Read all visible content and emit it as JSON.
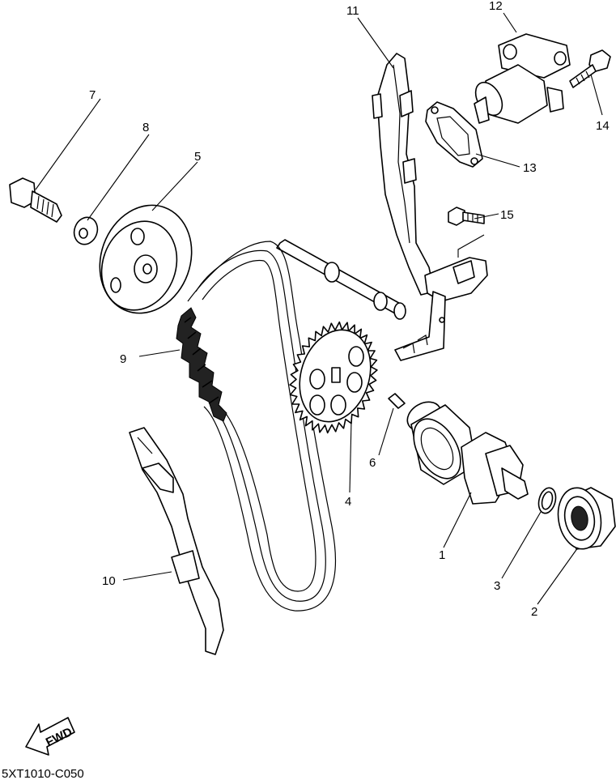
{
  "callouts": {
    "c1": "1",
    "c2": "2",
    "c3": "3",
    "c4": "4",
    "c5": "5",
    "c6": "6",
    "c7": "7",
    "c8": "8",
    "c9": "9",
    "c10": "10",
    "c11": "11",
    "c12": "12",
    "c13": "13",
    "c14": "14",
    "c15": "15"
  },
  "fwd_label": "FWD",
  "diagram_code": "5XT1010-C050"
}
